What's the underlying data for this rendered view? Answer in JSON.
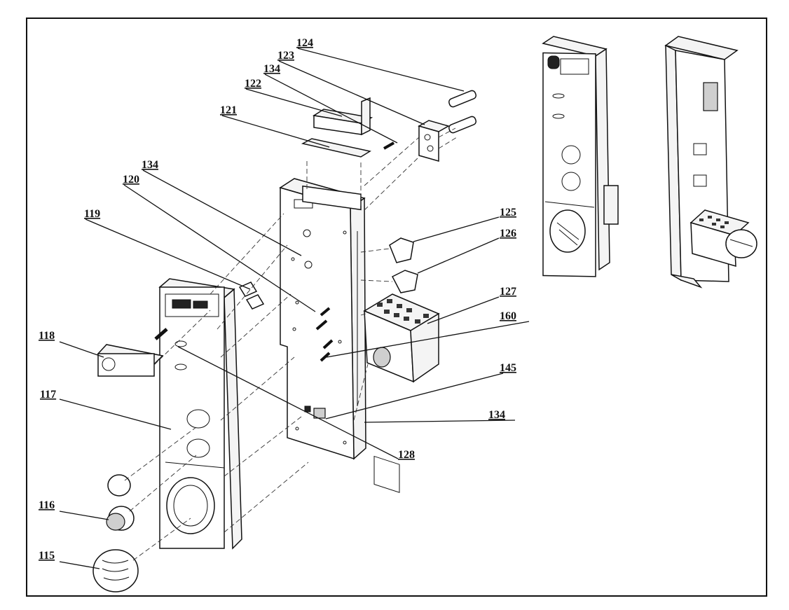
{
  "callouts": [
    {
      "id": "124",
      "text": "124"
    },
    {
      "id": "123",
      "text": "123"
    },
    {
      "id": "134a",
      "text": "134"
    },
    {
      "id": "122",
      "text": "122"
    },
    {
      "id": "121",
      "text": "121"
    },
    {
      "id": "134b",
      "text": "134"
    },
    {
      "id": "120",
      "text": "120"
    },
    {
      "id": "119",
      "text": "119"
    },
    {
      "id": "125",
      "text": "125"
    },
    {
      "id": "126",
      "text": "126"
    },
    {
      "id": "127",
      "text": "127"
    },
    {
      "id": "160",
      "text": "160"
    },
    {
      "id": "118",
      "text": "118"
    },
    {
      "id": "117",
      "text": "117"
    },
    {
      "id": "145",
      "text": "145"
    },
    {
      "id": "134c",
      "text": "134"
    },
    {
      "id": "128",
      "text": "128"
    },
    {
      "id": "116",
      "text": "116"
    },
    {
      "id": "115",
      "text": "115"
    }
  ]
}
